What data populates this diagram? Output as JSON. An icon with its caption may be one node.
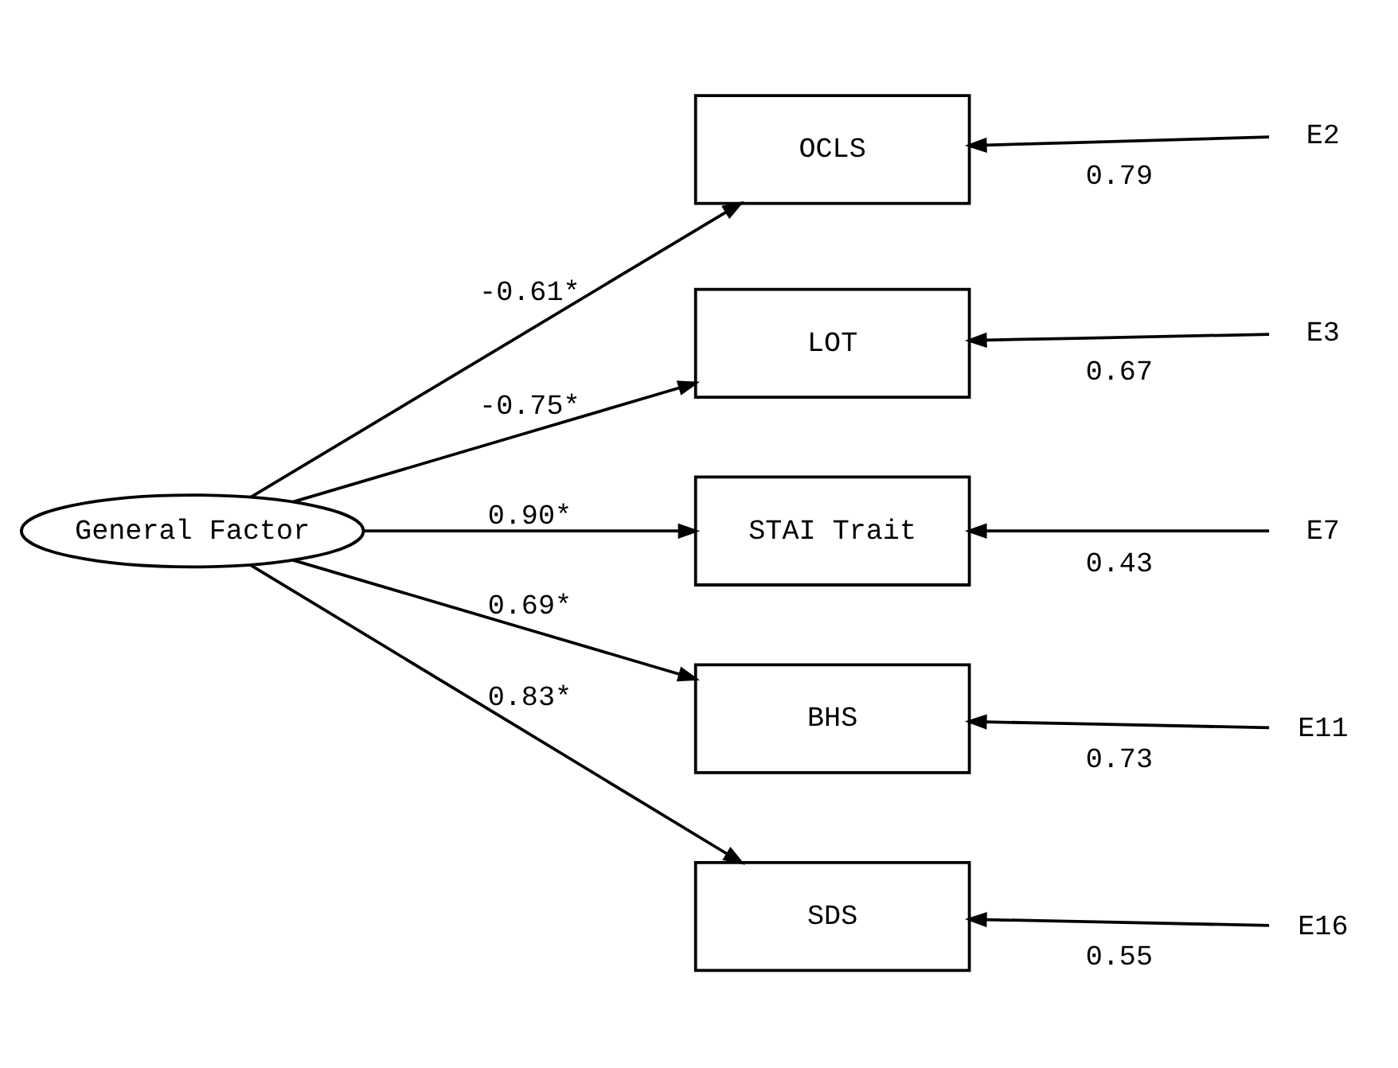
{
  "diagram": {
    "nodes": [
      {
        "text": [
          "General Factor"
        ]
      },
      {
        "text": [
          "OCLS"
        ]
      },
      {
        "text": [
          "LOT"
        ]
      },
      {
        "text": [
          "STAI Trait"
        ]
      },
      {
        "text": [
          "BHS"
        ]
      },
      {
        "text": [
          "SDS"
        ]
      },
      {
        "text": [
          "E2"
        ]
      },
      {
        "text": [
          "E3"
        ]
      },
      {
        "text": [
          "E7"
        ]
      },
      {
        "text": [
          "E11"
        ]
      },
      {
        "text": [
          "E16"
        ]
      }
    ],
    "edges": [
      {
        "from": 0,
        "to": 1,
        "arrow": "to",
        "label": "-0.61*"
      },
      {
        "from": 0,
        "to": 2,
        "arrow": "to",
        "label": "-0.75*"
      },
      {
        "from": 0,
        "to": 3,
        "arrow": "to",
        "label": "0.90*"
      },
      {
        "from": 0,
        "to": 4,
        "arrow": "to",
        "label": "0.69*"
      },
      {
        "from": 0,
        "to": 5,
        "arrow": "to",
        "label": "0.83*"
      },
      {
        "from": 6,
        "to": 1,
        "arrow": "to",
        "label": "0.79"
      },
      {
        "from": 7,
        "to": 2,
        "arrow": "to",
        "label": "0.67"
      },
      {
        "from": 8,
        "to": 3,
        "arrow": "to",
        "label": "0.43"
      },
      {
        "from": 9,
        "to": 4,
        "arrow": "to",
        "label": "0.73"
      },
      {
        "from": 10,
        "to": 5,
        "arrow": "to",
        "label": "0.55"
      }
    ]
  }
}
